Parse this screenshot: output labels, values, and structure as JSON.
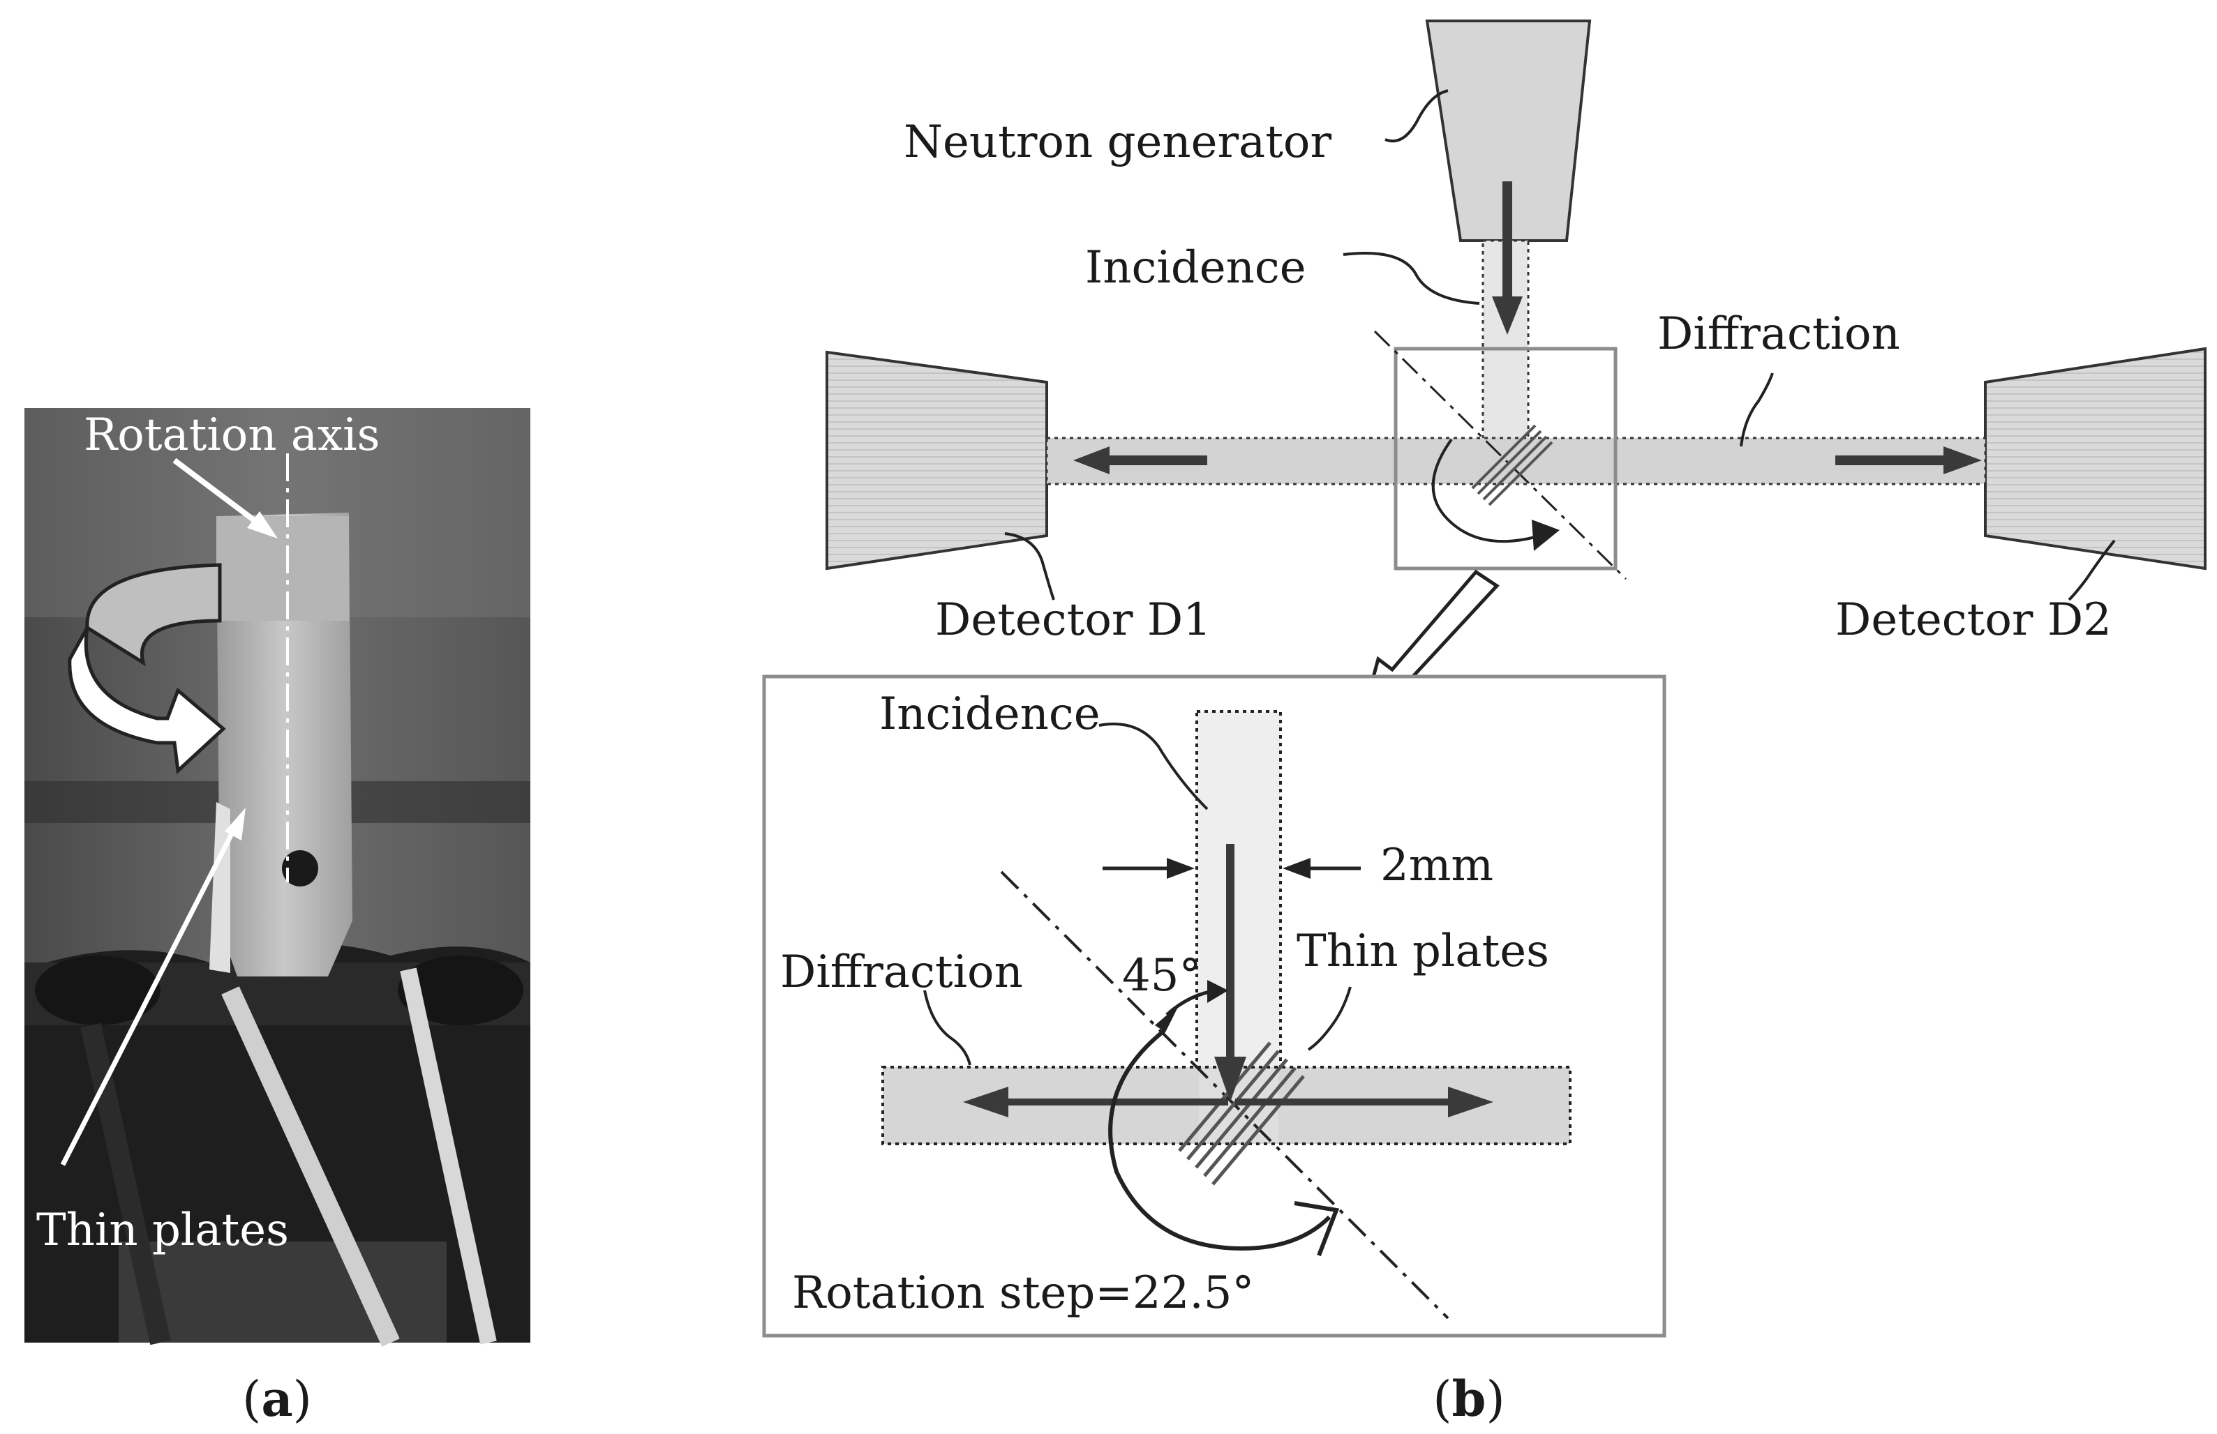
{
  "panel_a": {
    "rotation_axis_label": "Rotation axis",
    "thin_plates_label": "Thin plates",
    "caption_open": "(",
    "caption_letter": "a",
    "caption_close": ")"
  },
  "panel_b": {
    "neutron_generator_label": "Neutron generator",
    "incidence_label": "Incidence",
    "diffraction_label": "Diffraction",
    "detector_d1_label": "Detector D1",
    "detector_d2_label": "Detector D2",
    "caption_open": "(",
    "caption_letter": "b",
    "caption_close": ")",
    "inset": {
      "incidence_label": "Incidence",
      "beam_width_label": "2mm",
      "angle_label": "45°",
      "thin_plates_label": "Thin plates",
      "diffraction_label": "Diffraction",
      "rotation_step_label": "Rotation step=22.5°"
    }
  },
  "colors": {
    "beam_fill": "#d6d6d6",
    "box_stroke": "#8c8c8c",
    "arrow_fill": "#3a3a3a",
    "photo_background": "#5c5c5c"
  }
}
